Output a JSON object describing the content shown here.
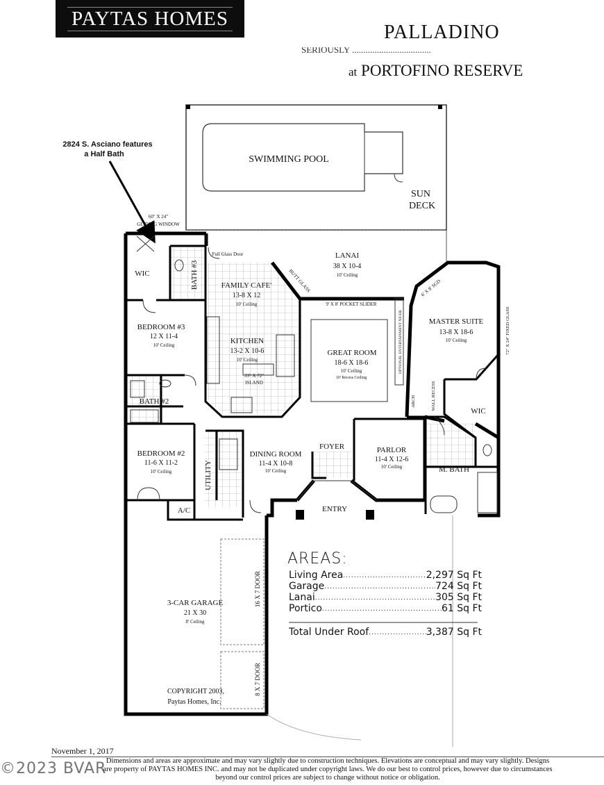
{
  "header": {
    "brand": "PAYTAS HOMES",
    "model_name": "PALLADINO",
    "subtitle_obscured": "SERIOUSLY ...................................",
    "community_prefix": "at",
    "community_name": "PORTOFINO RESERVE"
  },
  "callout": {
    "line1": "2824 S. Asciano features",
    "line2": "a Half Bath"
  },
  "rooms": {
    "pool": "SWIMMING POOL",
    "sun_deck_1": "SUN",
    "sun_deck_2": "DECK",
    "lanai": "LANAI",
    "lanai_dim": "38 X 10-4",
    "lanai_ceiling": "10' Ceiling",
    "window": "60\" X 24\"",
    "window_2": "GLIDING WINDOW",
    "full_glass_door": "Full Glass Door",
    "butt_glass": "BUTT GLASS",
    "wic1": "WIC",
    "bath3": "BATH #3",
    "family_cafe": "FAMILY CAFE'",
    "family_cafe_dim": "13-8 X 12",
    "family_cafe_ceiling": "10' Ceiling",
    "pocket_slider": "9' X 8' POCKET SLIDER",
    "sgd": "6' X 8' SGD",
    "bedroom3": "BEDROOM #3",
    "bedroom3_dim": "12 X 11-4",
    "bedroom3_ceiling": "10' Ceiling",
    "kitchen": "KITCHEN",
    "kitchen_dim": "13-2 X 10-6",
    "kitchen_ceiling": "10' Ceiling",
    "island_1": "33\" X 72\"",
    "island_2": "ISLAND",
    "great_room": "GREAT ROOM",
    "great_room_dim": "18-6 X 18-6",
    "great_room_ceiling": "10' Ceiling",
    "great_room_recess": "10' Recess Ceiling",
    "ent_niche": "OPTIONAL ENTERTAINMENT NICHE",
    "master_suite": "MASTER SUITE",
    "master_suite_dim": "13-8 X 18-6",
    "master_suite_ceiling": "10' Ceiling",
    "fixed_glass": "72\" X 24\" FIXED GLASS",
    "bath2": "BATH #2",
    "arch": "ARCH",
    "wall_recess": "WALL RECESS",
    "wic2": "WIC",
    "bedroom2": "BEDROOM #2",
    "bedroom2_dim": "11-6 X 11-2",
    "bedroom2_ceiling": "10' Ceiling",
    "utility": "UTILITY",
    "dining": "DINING ROOM",
    "dining_dim": "11-4 X 10-8",
    "dining_ceiling": "10' Ceiling",
    "foyer": "FOYER",
    "parlor": "PARLOR",
    "parlor_dim": "11-4 X 12-6",
    "parlor_ceiling": "10' Ceiling",
    "m_bath": "M. BATH",
    "ac": "A/C",
    "entry": "ENTRY",
    "garage": "3-CAR GARAGE",
    "garage_dim": "21 X 30",
    "garage_ceiling": "8' Ceiling",
    "door_16": "16 X 7 DOOR",
    "door_8": "8 X 7 DOOR",
    "copyright_1": "COPYRIGHT 2003,",
    "copyright_2": "Paytas Homes, Inc."
  },
  "areas": {
    "title": "AREAS:",
    "rows": [
      {
        "label": "Living Area",
        "value": "2,297 Sq Ft"
      },
      {
        "label": "Garage",
        "value": "724 Sq Ft"
      },
      {
        "label": "Lanai",
        "value": "305 Sq Ft"
      },
      {
        "label": "Portico",
        "value": "61 Sq Ft"
      }
    ],
    "total": {
      "label": "Total Under Roof",
      "value": "3,387 Sq Ft"
    }
  },
  "footer": {
    "date": "November 1, 2017",
    "line1": "Dimensions and areas are approximate and may vary slightly due to construction techniques.  Elevations are conceptual and may vary slightly.  Designs",
    "line2": "are property of PAYTAS HOMES INC. and may not be duplicated under copyright laws.  We do our best to control prices, however due to circumstances",
    "line3": "beyond our control prices are subject to change without notice or obligation.",
    "watermark": "©2023 BVAR"
  }
}
